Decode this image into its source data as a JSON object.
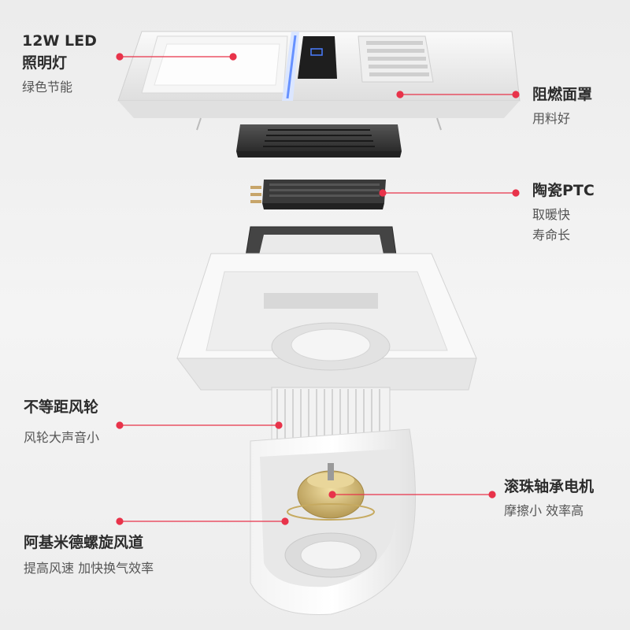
{
  "colors": {
    "background": "#efefef",
    "callout_dot": "#e8334a",
    "callout_line": "#e8334a",
    "accent_led": "#4a7dff"
  },
  "callouts": [
    {
      "id": "led-light",
      "title": "12W LED",
      "title_line2": "照明灯",
      "sub": "绿色节能",
      "sub_line2": ""
    },
    {
      "id": "flame-cover",
      "title": "阻燃面罩",
      "title_line2": "",
      "sub": "用料好",
      "sub_line2": ""
    },
    {
      "id": "ceramic-ptc",
      "title": "陶瓷PTC",
      "title_line2": "",
      "sub": "取暖快",
      "sub_line2": "寿命长"
    },
    {
      "id": "fan-wheel",
      "title": "不等距风轮",
      "title_line2": "",
      "sub": "风轮大声音小",
      "sub_line2": ""
    },
    {
      "id": "motor",
      "title": "滚珠轴承电机",
      "title_line2": "",
      "sub": "摩擦小 效率高",
      "sub_line2": ""
    },
    {
      "id": "air-duct",
      "title": "阿基米德螺旋风道",
      "title_line2": "",
      "sub": "提高风速 加快换气效率",
      "sub_line2": ""
    }
  ],
  "icons": {
    "display": "digital-display-icon",
    "vent": "vent-grille-icon"
  }
}
